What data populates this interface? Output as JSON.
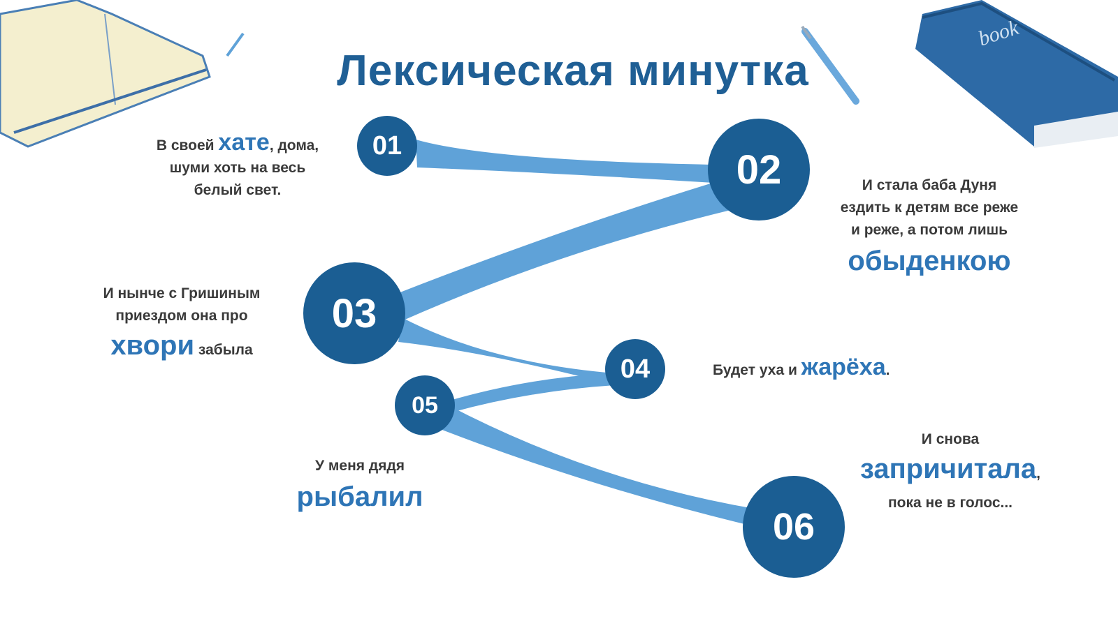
{
  "title": "Лексическая минутка",
  "book_label": "book",
  "colors": {
    "circle": "#1b5e93",
    "ribbon": "#5fa2d8",
    "keyword": "#2e75b6",
    "text": "#3a3a3a"
  },
  "items": [
    {
      "number": "01",
      "pre": "В своей ",
      "keyword": "хате",
      "post": ", дома,",
      "line2": "шуми хоть на весь",
      "line3": "белый свет."
    },
    {
      "number": "02",
      "line1": "И стала баба Дуня",
      "line2": "ездить к детям все реже",
      "line3": "и реже, а потом лишь",
      "keyword": "обыденкою"
    },
    {
      "number": "03",
      "line1": "И нынче с Гришиным",
      "line2": "приездом она про",
      "keyword": "хвори",
      "post": " забыла"
    },
    {
      "number": "04",
      "pre": "Будет уха и ",
      "keyword": "жарёха",
      "post": "."
    },
    {
      "number": "05",
      "line1": "У меня дядя",
      "keyword": "рыбалил"
    },
    {
      "number": "06",
      "line1": "И снова",
      "keyword": "запричитала",
      "post": ",",
      "line3": "пока не в голос..."
    }
  ]
}
